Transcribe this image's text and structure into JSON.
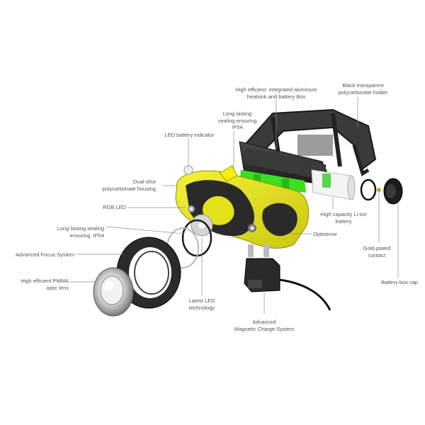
{
  "labels": {
    "aluminum_heatsink": "High efficient  integrated aluminum\nheatsink and battery Box",
    "polycarbonate_holder": "Black transparent\npolycarbonate holder",
    "sealing_top": "Long lasting\nsealing ensuring\nIP54",
    "battery_indicator": "LED battery indicator",
    "dual_shot": "Dual-shot\npolycarbonate housing",
    "rgb_led": "RGB LED",
    "sealing_left": "Long lasting sealing\nensuring  IP54",
    "focus_system": "Advanced Focus System",
    "pmma_lens": "High efficient PMMA\noptic lens",
    "latest_led": "Latest LED\ntechnology",
    "magnetic_charge": "Advanced\nMagnetic Charge System",
    "optisense": "Optisense",
    "liion_battery": "High capacity Li-ion\nbattery",
    "gold_contact": "Gold-plated\ncontact",
    "battery_cap": "Battery box cap"
  },
  "colors": {
    "housing_yellow": "#e3e21a",
    "accent_green": "#39e021",
    "body_dark": "#2a2a2a",
    "label_text": "#555555",
    "leader_line": "#8a8a8a"
  }
}
